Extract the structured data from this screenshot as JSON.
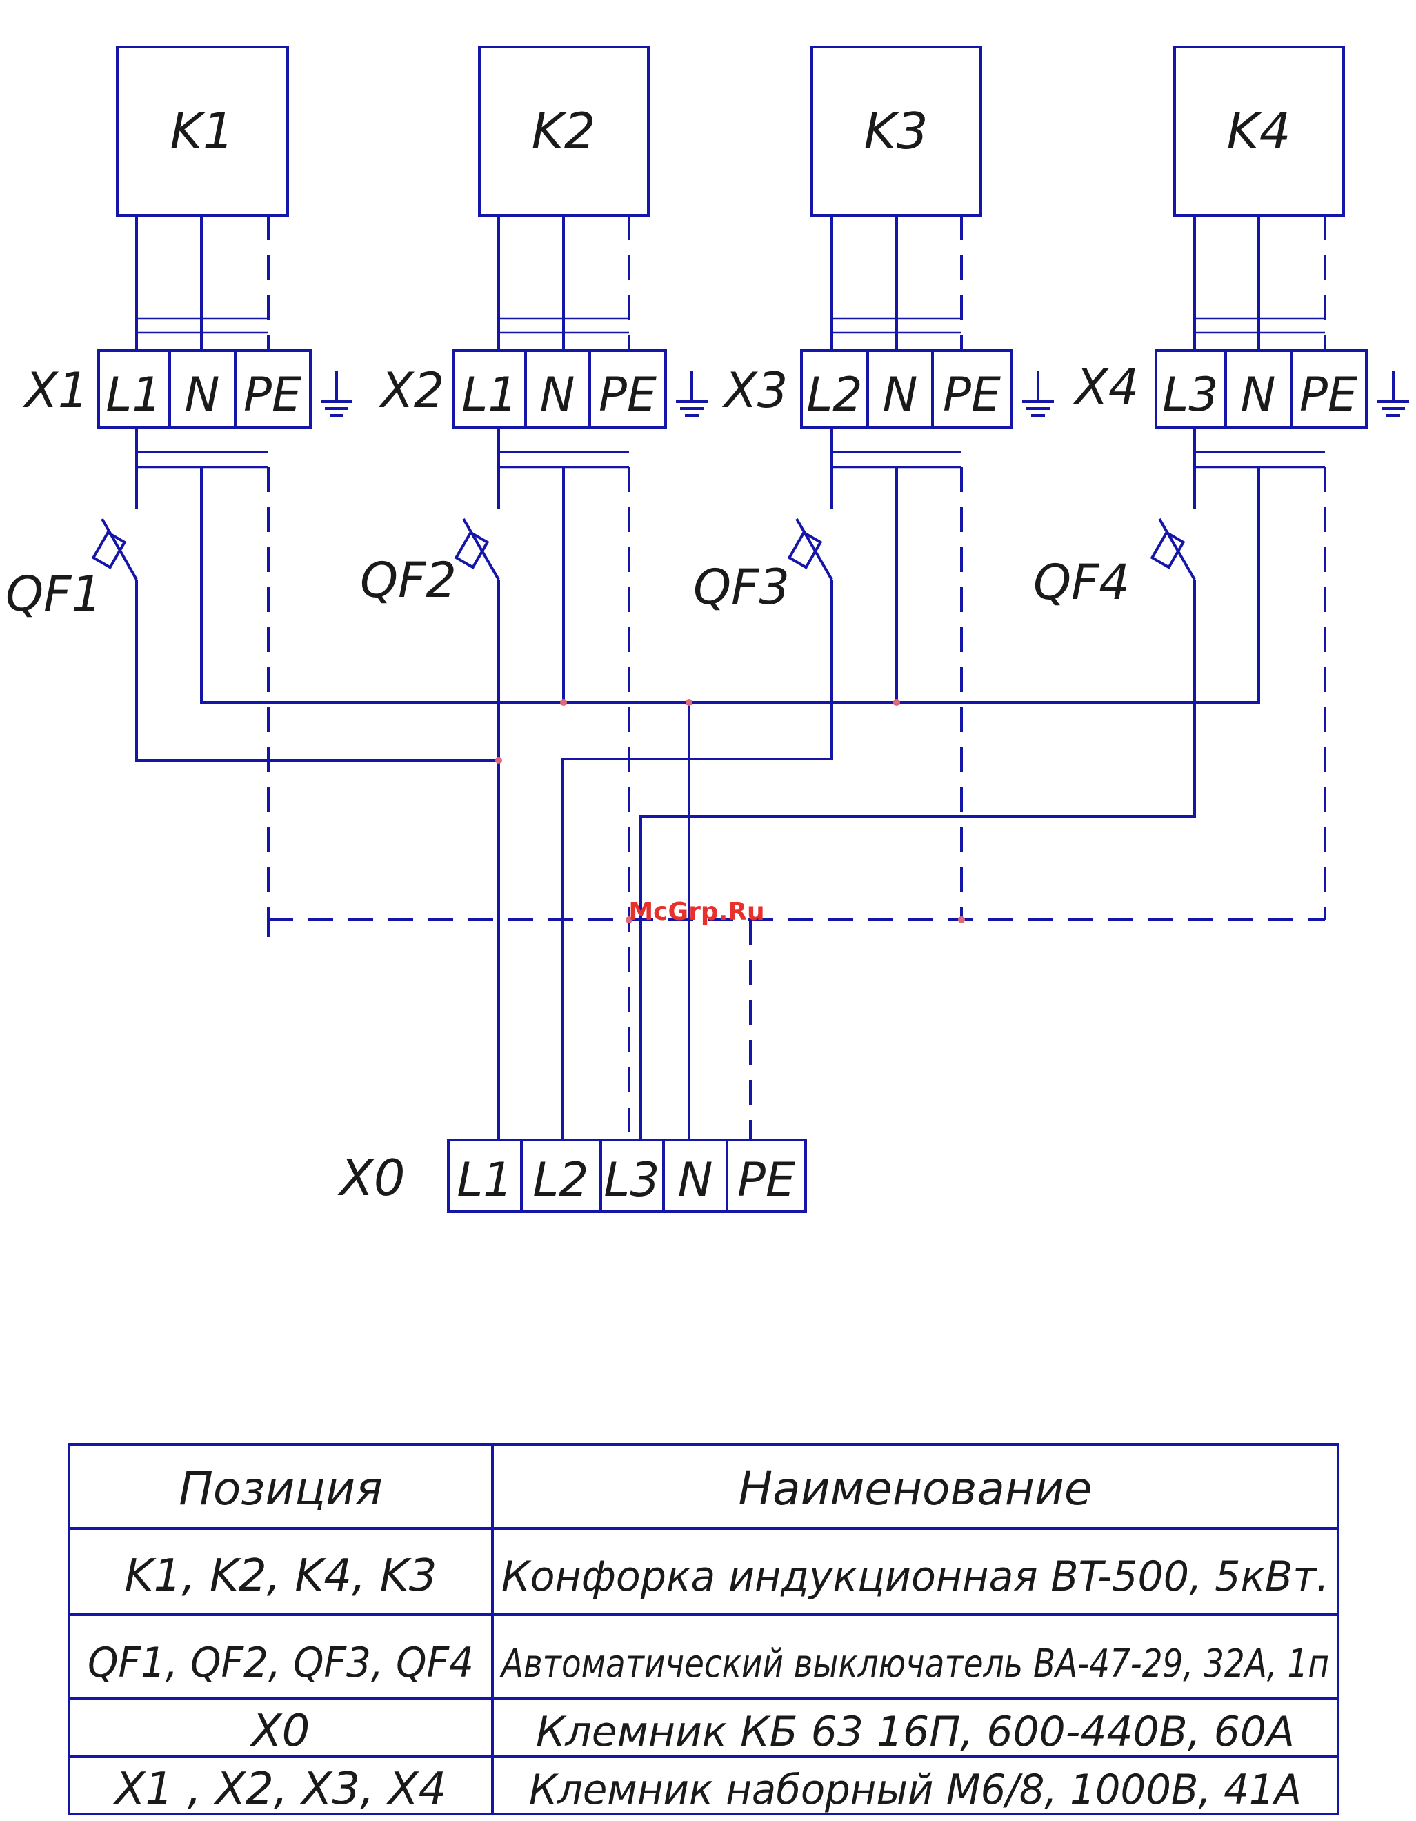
{
  "consumers": [
    {
      "label": "K1"
    },
    {
      "label": "K2"
    },
    {
      "label": "K3"
    },
    {
      "label": "K4"
    }
  ],
  "terminal_blocks": [
    {
      "label": "X1",
      "terminals": [
        "L1",
        "N",
        "PE"
      ]
    },
    {
      "label": "X2",
      "terminals": [
        "L1",
        "N",
        "PE"
      ]
    },
    {
      "label": "X3",
      "terminals": [
        "L2",
        "N",
        "PE"
      ]
    },
    {
      "label": "X4",
      "terminals": [
        "L3",
        "N",
        "PE"
      ]
    }
  ],
  "breakers": [
    {
      "label": "QF1"
    },
    {
      "label": "QF2"
    },
    {
      "label": "QF3"
    },
    {
      "label": "QF4"
    }
  ],
  "main_terminal": {
    "label": "X0",
    "terminals": [
      "L1",
      "L2",
      "L3",
      "N",
      "PE"
    ]
  },
  "watermark": "McGrp.Ru",
  "table": {
    "headers": [
      "Позиция",
      "Наименование"
    ],
    "rows": [
      [
        "K1, K2, K4, K3",
        "Конфорка индукционная BT-500, 5кВт."
      ],
      [
        "QF1, QF2, QF3, QF4",
        "Автоматический выключатель ВА-47-29, 32А, 1п"
      ],
      [
        "X0",
        "Клемник КБ 63 16П, 600-440В, 60А"
      ],
      [
        "X1 , X2, X3, X4",
        "Клемник наборный М6/8, 1000В, 41А"
      ]
    ]
  },
  "colors": {
    "line": "#1515a8",
    "junction": "#e06a7a",
    "watermark": "#e8302c",
    "text": "#1a1a1a"
  }
}
